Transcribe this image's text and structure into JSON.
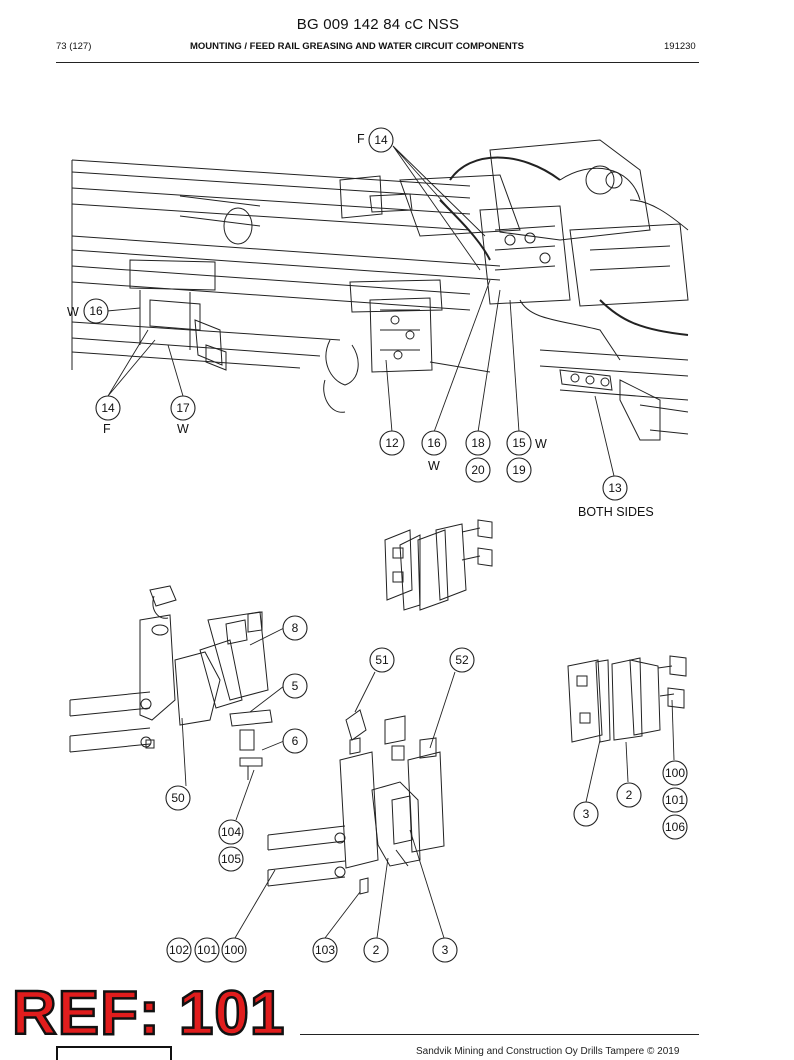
{
  "header": {
    "doc_id": "BG 009 142 84 cC NSS",
    "page": "73 (127)",
    "section_title": "MOUNTING / FEED RAIL GREASING AND WATER CIRCUIT COMPONENTS",
    "doc_code": "191230"
  },
  "callouts": {
    "c14_top": "14",
    "c16_left": "16",
    "c14_low": "14",
    "c17": "17",
    "c12": "12",
    "c16_mid": "16",
    "c18": "18",
    "c15": "15",
    "c20": "20",
    "c19": "19",
    "c13": "13",
    "c8": "8",
    "c5": "5",
    "c6": "6",
    "c51": "51",
    "c52": "52",
    "c50": "50",
    "c104": "104",
    "c105": "105",
    "c100_right": "100",
    "c2_right": "2",
    "c101_right": "101",
    "c3_right": "3",
    "c106": "106",
    "c102": "102",
    "c101_bottom": "101",
    "c100_bottom": "100",
    "c103": "103",
    "c2_bottom": "2",
    "c3_bottom": "3"
  },
  "labels": {
    "f_top": "F",
    "w_left": "W",
    "f_low": "F",
    "w_17": "W",
    "w_16": "W",
    "w_15": "W",
    "both_sides": "BOTH SIDES"
  },
  "stamp": {
    "ref": "REF: 101"
  },
  "footer": {
    "copyright": "Sandvik Mining and Construction Oy Drills Tampere © 2019"
  }
}
